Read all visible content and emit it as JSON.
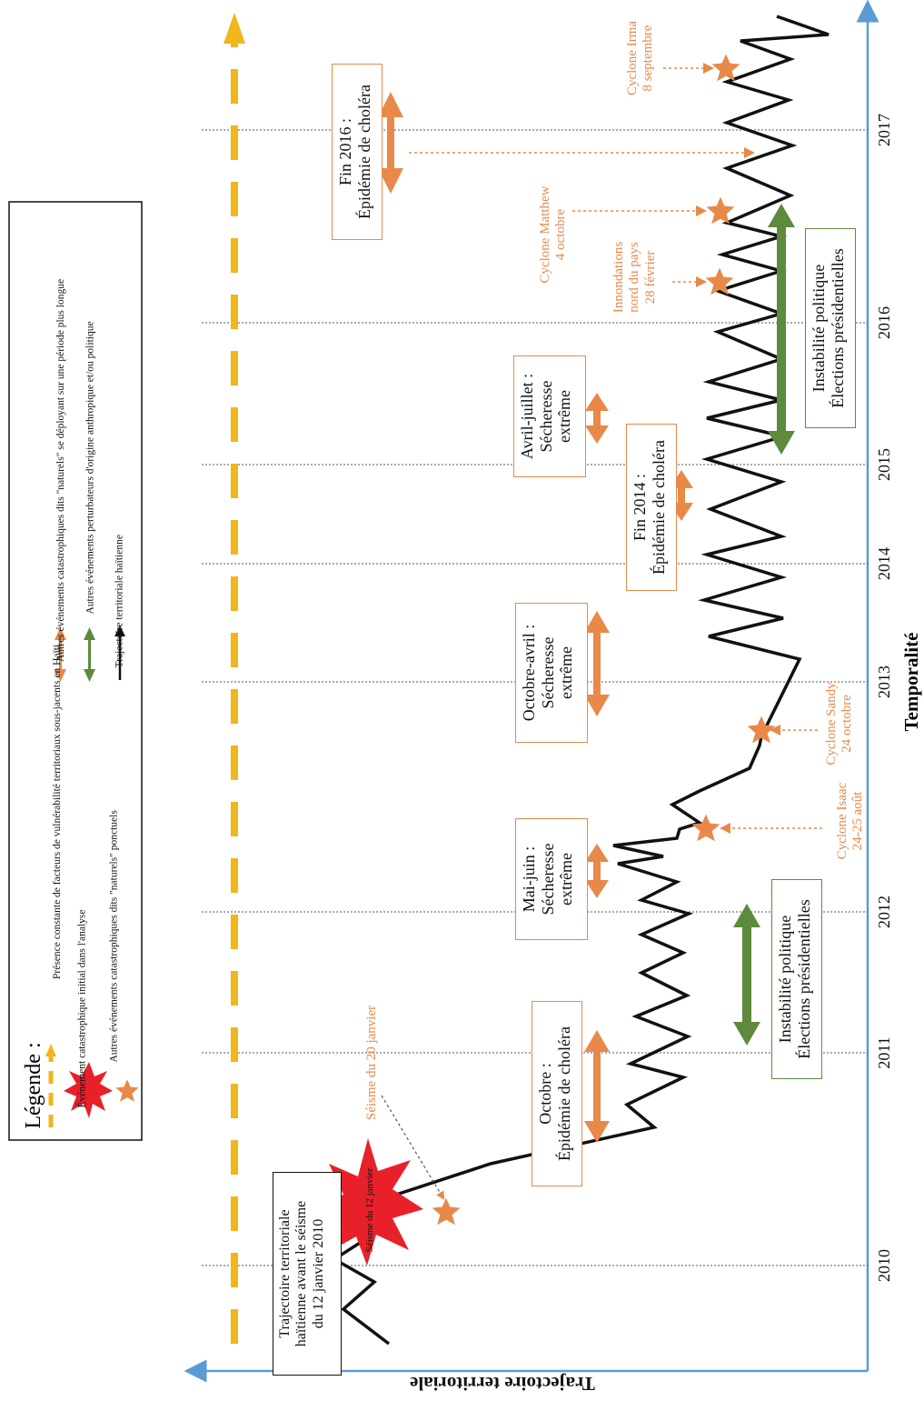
{
  "axes": {
    "x_label": "Temporalité",
    "y_label": "Trajectoire territoriale",
    "years": [
      "2010",
      "2011",
      "2012",
      "2013",
      "2014",
      "2015",
      "2016",
      "2017"
    ]
  },
  "legend": {
    "title": "Légende :",
    "items": [
      {
        "icon": "yellow-dashed-arrow",
        "text": "Présence constante de facteurs de vulnérabilité territoriaux sous-jacents en Haïti"
      },
      {
        "icon": "red-burst",
        "text": "Événement catastrophique initial dans l'analyse"
      },
      {
        "icon": "orange-star",
        "text": "Autres événements catastrophiques dits \"naturels\" ponctuels"
      },
      {
        "icon": "orange-double-arrow",
        "text": "Autres événements catastrophiques dits \"naturels\" se déployant sur une période plus longue"
      },
      {
        "icon": "green-double-arrow",
        "text": "Autres événements perturbateurs d'origine anthropique et/ou politique"
      },
      {
        "icon": "black-arrow",
        "text": "Trajectoire territoriale haïtienne"
      }
    ]
  },
  "boxes": {
    "before": [
      "Trajectoire territoriale",
      "haïtienne avant le séisme",
      "du 12 janvier 2010"
    ],
    "cholera_2010": [
      "Octobre :",
      "Épidémie de choléra"
    ],
    "politics_2011": [
      "Instabilité politique",
      "Élections présidentielles"
    ],
    "drought_2012": [
      "Mai-juin :",
      "Sécheresse",
      "extrême"
    ],
    "drought_2013": [
      "Octobre-avril :",
      "Sécheresse",
      "extrême"
    ],
    "cholera_2014": [
      "Fin 2014 :",
      "Épidémie de choléra"
    ],
    "drought_2015": [
      "Avril-juillet :",
      "Sécheresse",
      "extrême"
    ],
    "politics_2015": [
      "Instabilité politique",
      "Élections présidentielles"
    ],
    "cholera_2016": [
      "Fin 2016 :",
      "Épidémie de choléra"
    ]
  },
  "events": {
    "quake_12": "Séisme du 12 janvier",
    "quake_20": "Séisme du 20 janvier",
    "isaac": [
      "Cyclone Isaac",
      "24-25 août"
    ],
    "sandy": [
      "Cyclone Sandy",
      "24 octobre"
    ],
    "floods": [
      "Innondations",
      "nord du pays",
      "28 février"
    ],
    "matthew": [
      "Cyclone Matthew",
      "4 octobre"
    ],
    "irma": [
      "Cyclone Irma",
      "8 septembre"
    ]
  },
  "colors": {
    "orange": "#e8894a",
    "green": "#5e8a3c",
    "yellow": "#f2b51a",
    "blue": "#5b9bd5",
    "red": "#e8202a"
  }
}
